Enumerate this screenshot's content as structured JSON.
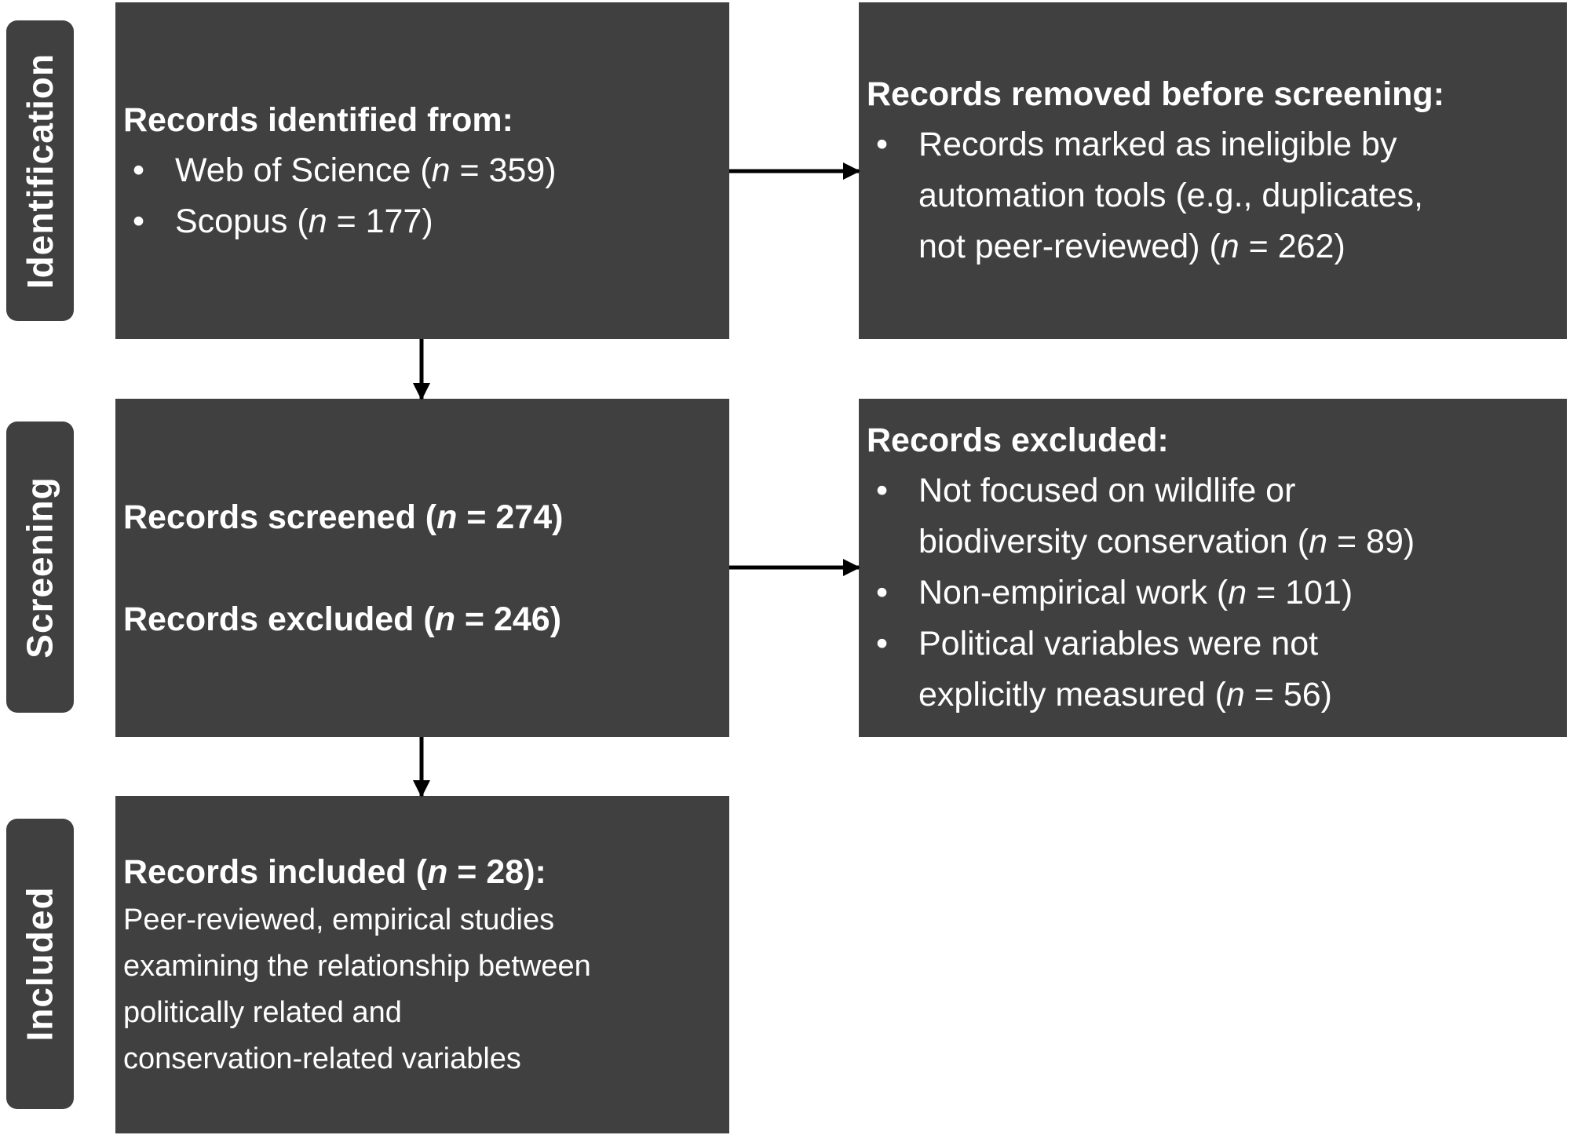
{
  "colors": {
    "box": "#404040",
    "text": "#ffffff",
    "arrow": "#000000"
  },
  "stages": [
    "Identification",
    "Screening",
    "Included"
  ],
  "identification": {
    "heading": "Records identified from:",
    "bullets": [
      {
        "lines": [],
        "pre": "Web of Science (",
        "n": "n",
        "post": " = 359)"
      },
      {
        "lines": [],
        "pre": "Scopus (",
        "n": "n",
        "post": " = 177)"
      }
    ]
  },
  "removed": {
    "heading": "Records removed before screening:",
    "bullets": [
      {
        "lines": [
          "Records marked as ineligible by",
          "automation tools (e.g., duplicates,"
        ],
        "pre": "not peer-reviewed) (",
        "n": "n",
        "post": " = 262)"
      }
    ]
  },
  "screening": {
    "screened": {
      "pre": "Records screened (",
      "n": "n",
      "post": " = 274)"
    },
    "excluded": {
      "pre": "Records excluded (",
      "n": "n",
      "post": " = 246)"
    }
  },
  "excluded": {
    "heading": "Records excluded:",
    "bullets": [
      {
        "lines": [
          "Not focused on wildlife or"
        ],
        "pre": "biodiversity conservation (",
        "n": "n",
        "post": " = 89)"
      },
      {
        "lines": [],
        "pre": "Non-empirical work (",
        "n": "n",
        "post": " = 101)"
      },
      {
        "lines": [
          "Political variables were not"
        ],
        "pre": "explicitly measured (",
        "n": "n",
        "post": " = 56)"
      }
    ]
  },
  "included": {
    "heading": {
      "pre": "Records included (",
      "n": "n",
      "post": " = 28):"
    },
    "description": [
      "Peer-reviewed, empirical studies",
      "examining the relationship between",
      "politically related and",
      "conservation-related variables"
    ]
  }
}
